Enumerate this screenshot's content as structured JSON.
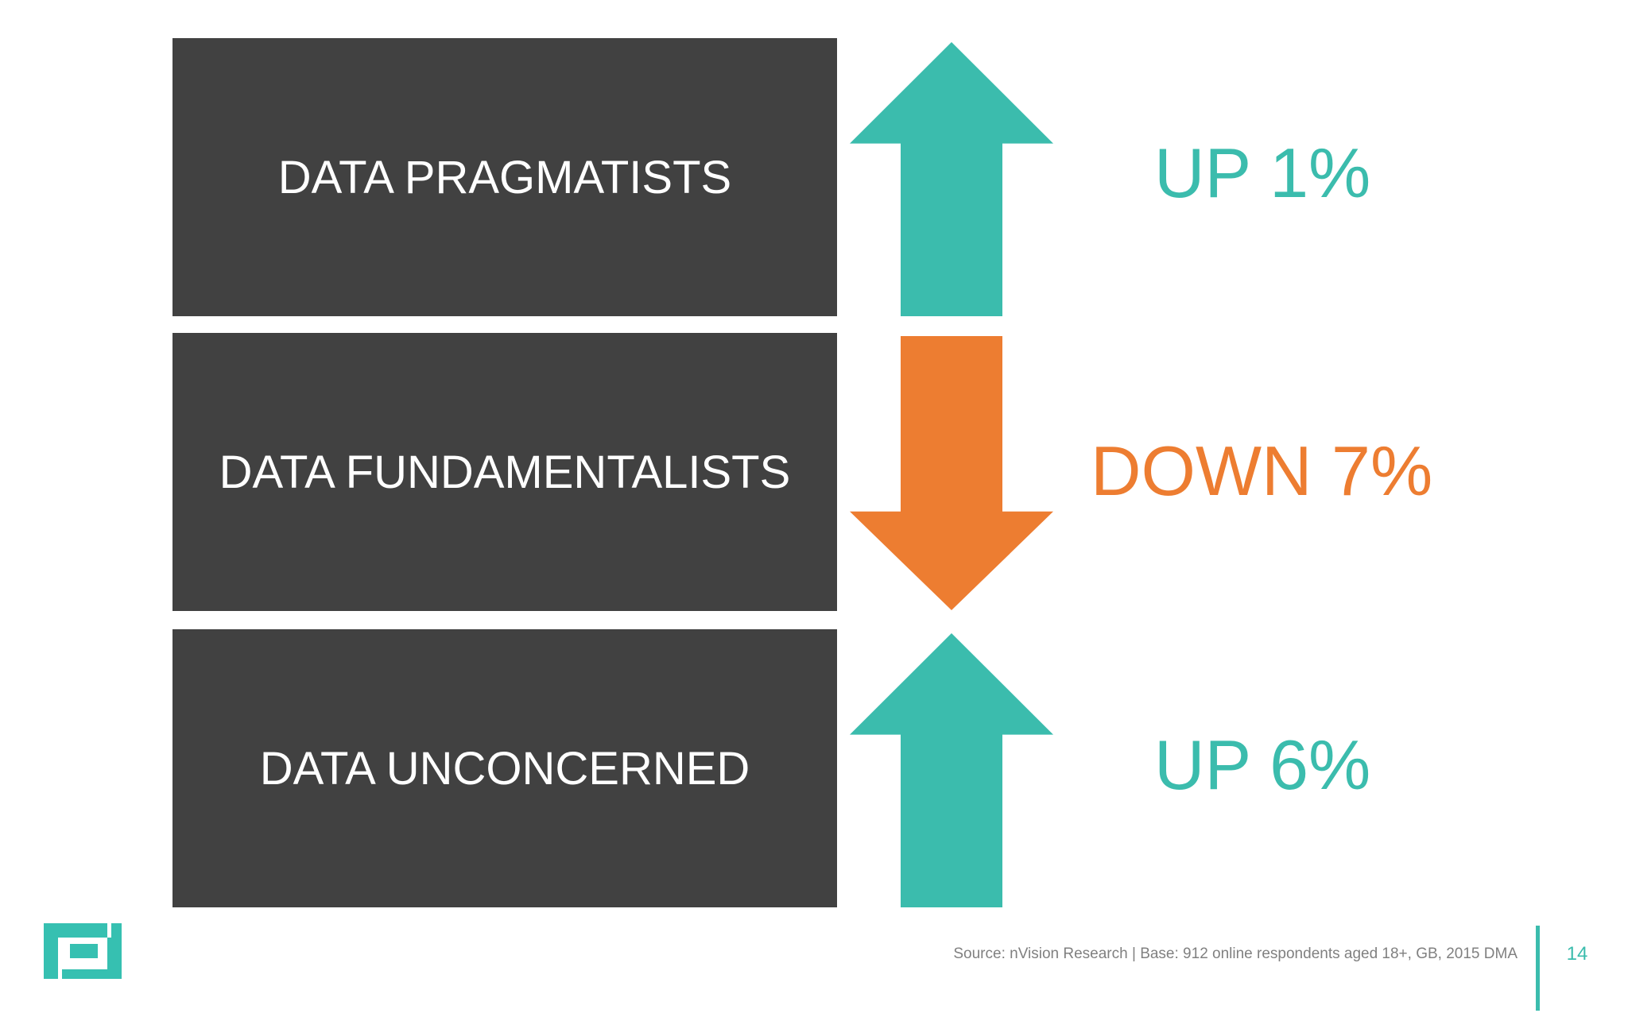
{
  "slide": {
    "rows": [
      {
        "label": "DATA PRAGMATISTS",
        "change": "UP 1%",
        "direction": "up"
      },
      {
        "label": "DATA FUNDAMENTALISTS",
        "change": "DOWN 7%",
        "direction": "down"
      },
      {
        "label": "DATA UNCONCERNED",
        "change": "UP 6%",
        "direction": "up"
      }
    ]
  },
  "footer": {
    "source": "Source: nVision Research | Base: 912 online respondents aged 18+, GB, 2015 DMA",
    "page_number": "14"
  },
  "colors": {
    "up": "#3BBCAD",
    "down": "#ED7D31",
    "box": "#414141",
    "label_text": "#FFFFFF",
    "source_text": "#808080",
    "accent": "#3BBCAD",
    "logo": "#36C0B1",
    "background": "#FFFFFF"
  }
}
